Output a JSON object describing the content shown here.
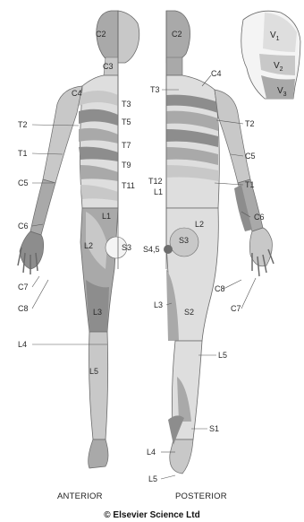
{
  "views": {
    "anterior": "ANTERIOR",
    "posterior": "POSTERIOR"
  },
  "copyright": "© Elsevier Science Ltd",
  "face": {
    "v1": "V",
    "v1_sub": "1",
    "v2": "V",
    "v2_sub": "2",
    "v3": "V",
    "v3_sub": "3"
  },
  "anterior_labels": {
    "c2": "C2",
    "c3": "C3",
    "c4": "C4",
    "t2": "T2",
    "t1": "T1",
    "c5": "C5",
    "c6": "C6",
    "c7": "C7",
    "c8": "C8",
    "l4": "L4",
    "l5": "L5",
    "t3": "T3",
    "t5": "T5",
    "t7": "T7",
    "t9": "T9",
    "t11": "T11",
    "l1": "L1",
    "l2": "L2",
    "s3": "S3",
    "l3": "L3"
  },
  "posterior_labels": {
    "c2": "C2",
    "t3": "T3",
    "c4": "C4",
    "t2": "T2",
    "c5": "C5",
    "t12": "T12",
    "l1": "L1",
    "t1": "T1",
    "c6": "C6",
    "l2": "L2",
    "s3": "S3",
    "s45": "S4,5",
    "c8": "C8",
    "c7": "C7",
    "l3": "L3",
    "s2": "S2",
    "l5": "L5",
    "s1": "S1",
    "l4": "L4",
    "l5b": "L5"
  },
  "colors": {
    "dark": "#8d8d8d",
    "mid": "#a9a9a9",
    "light": "#c8c8c8",
    "pale": "#dedede",
    "white": "#f4f4f4",
    "outline": "#6a6a6a"
  }
}
